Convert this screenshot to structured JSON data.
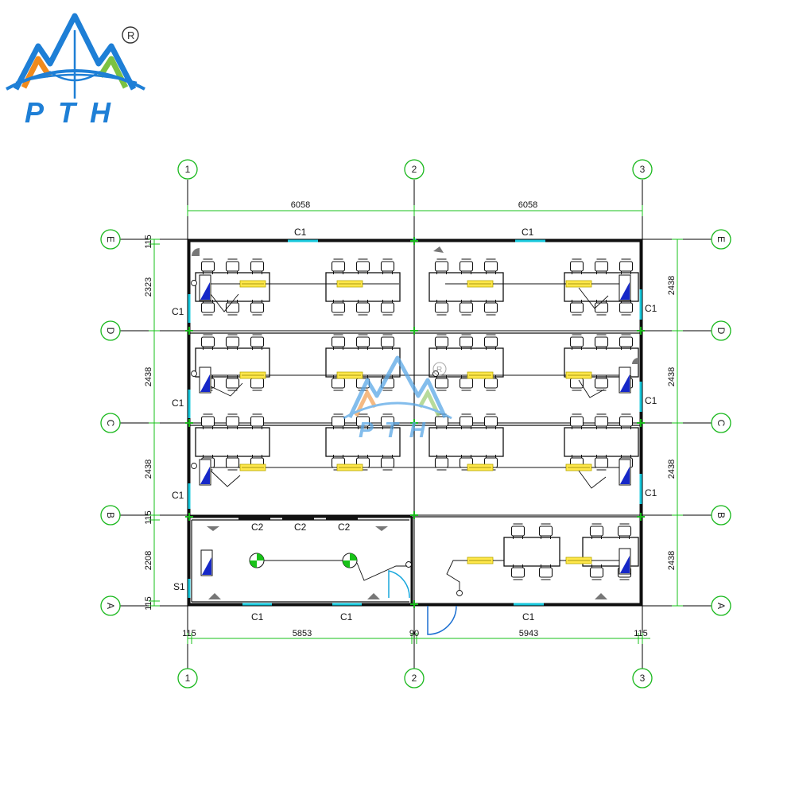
{
  "logo": {
    "text": "PTH",
    "registered": "®"
  },
  "watermark": {
    "text": "PTH",
    "registered": "®"
  },
  "grid": {
    "columns": [
      "1",
      "2",
      "3"
    ],
    "rows": [
      "E",
      "D",
      "C",
      "B",
      "A"
    ]
  },
  "dimensions": {
    "top_spans": [
      "6058",
      "6058"
    ],
    "bottom_spans": [
      "115",
      "5853",
      "90",
      "5943",
      "115"
    ],
    "left_spans": [
      "115",
      "2323",
      "2438",
      "2438",
      "115",
      "2208",
      "115"
    ],
    "right_spans": [
      "2438",
      "2438",
      "2438",
      "2438"
    ]
  },
  "openings": {
    "window": "C1",
    "window_small": "C2",
    "door": "S1"
  },
  "colors": {
    "grid_green": "#19b81c",
    "window_cyan": "#18c8dc",
    "lamp_yellow": "#ffe74a",
    "panel_blue": "#1628c8",
    "logo_blue": "#1e7fd6",
    "logo_orange": "#f08a1c",
    "logo_green": "#7cc242"
  },
  "icons": [
    "registered-icon",
    "table-with-chairs-icon",
    "ceiling-lamp-icon",
    "distribution-box-icon",
    "exhaust-fan-icon",
    "door-swing-icon"
  ]
}
